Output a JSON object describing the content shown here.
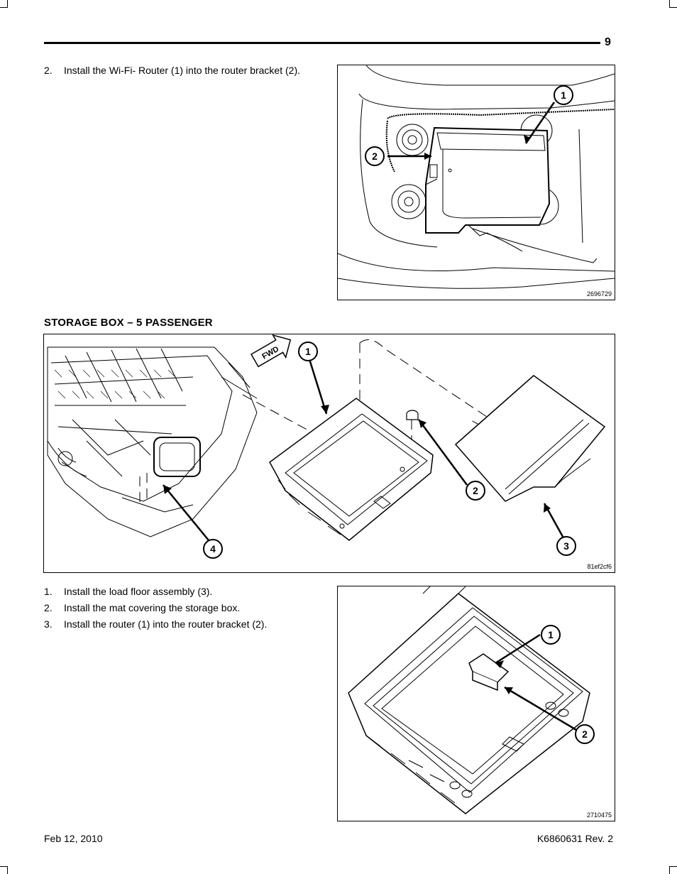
{
  "page": {
    "number": "9"
  },
  "router_step": {
    "number": "2.",
    "text": "Install the Wi-Fi- Router (1) into the router bracket (2)."
  },
  "figure1": {
    "id": "2696729",
    "callouts": [
      "1",
      "2"
    ]
  },
  "section": {
    "title": "STORAGE BOX – 5 PASSENGER"
  },
  "figure2": {
    "id": "81ef2cf6",
    "callouts": [
      "1",
      "2",
      "3",
      "4"
    ],
    "fwd_label": "FWD"
  },
  "steps": [
    {
      "number": "1.",
      "text": "Install the load floor assembly (3)."
    },
    {
      "number": "2.",
      "text": "Install the mat covering the storage box."
    },
    {
      "number": "3.",
      "text": "Install the router (1) into the router bracket (2)."
    }
  ],
  "figure3": {
    "id": "2710475",
    "callouts": [
      "1",
      "2"
    ]
  },
  "footer": {
    "date": "Feb 12, 2010",
    "doc": "K6860631 Rev. 2"
  }
}
